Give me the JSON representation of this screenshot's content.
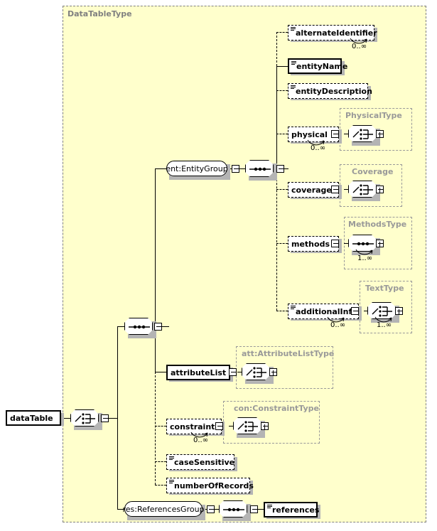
{
  "diagram": {
    "kind": "xml-schema-diagram",
    "root_element": "dataTable",
    "type_container": {
      "title": "DataTableType"
    },
    "colors": {
      "panel_fill": "#ffffcc",
      "panel_border": "#808080",
      "type_label": "#999999",
      "line": "#000000",
      "node_fill": "#ffffff",
      "shadow": "#b4b4b4"
    },
    "symbols": {
      "sequence": "sequence-compositor",
      "choice": "choice-compositor",
      "expand": "plus-box",
      "collapse": "minus-box",
      "simple_type_glyph": "element-attribute-lines"
    }
  },
  "nodes": {
    "root": {
      "label": "dataTable",
      "required": true,
      "simple_glyph": false
    },
    "root_choice": {
      "symbol": "choice"
    },
    "main_sequence": {
      "symbol": "sequence"
    },
    "entity_group": {
      "label": "ent:EntityGroup",
      "kind": "group-ref"
    },
    "entity_sequence": {
      "symbol": "sequence"
    },
    "alternate_identifier": {
      "label": "alternateIdentifier",
      "required": false,
      "simple_glyph": true,
      "cardinality": "0..∞"
    },
    "entity_name": {
      "label": "entityName",
      "required": true,
      "simple_glyph": true,
      "cardinality": ""
    },
    "entity_description": {
      "label": "entityDescription",
      "required": false,
      "simple_glyph": true,
      "cardinality": ""
    },
    "physical": {
      "label": "physical",
      "required": false,
      "simple_glyph": false,
      "cardinality": "0..∞",
      "type": "PhysicalType",
      "type_symbol": "choice",
      "type_cardinality": ""
    },
    "coverage": {
      "label": "coverage",
      "required": false,
      "simple_glyph": false,
      "cardinality": "",
      "type": "Coverage",
      "type_symbol": "choice",
      "type_cardinality": ""
    },
    "methods": {
      "label": "methods",
      "required": false,
      "simple_glyph": false,
      "cardinality": "",
      "type": "MethodsType",
      "type_symbol": "sequence",
      "type_cardinality": "1..∞"
    },
    "additional_info": {
      "label": "additionalInfo",
      "required": false,
      "simple_glyph": true,
      "cardinality": "0..∞",
      "type": "TextType",
      "type_symbol": "choice",
      "type_cardinality": "1..∞"
    },
    "attribute_list": {
      "label": "attributeList",
      "required": true,
      "simple_glyph": false,
      "cardinality": "",
      "type": "att:AttributeListType",
      "type_symbol": "choice",
      "type_cardinality": ""
    },
    "constraint": {
      "label": "constraint",
      "required": false,
      "simple_glyph": false,
      "cardinality": "0..∞",
      "type": "con:ConstraintType",
      "type_symbol": "choice",
      "type_cardinality": ""
    },
    "case_sensitive": {
      "label": "caseSensitive",
      "required": false,
      "simple_glyph": true,
      "cardinality": ""
    },
    "number_of_records": {
      "label": "numberOfRecords",
      "required": false,
      "simple_glyph": true,
      "cardinality": ""
    },
    "references_group": {
      "label": "res:ReferencesGroup",
      "kind": "group-ref"
    },
    "references_sequence": {
      "symbol": "sequence"
    },
    "references": {
      "label": "references",
      "required": true,
      "simple_glyph": true,
      "cardinality": ""
    }
  }
}
